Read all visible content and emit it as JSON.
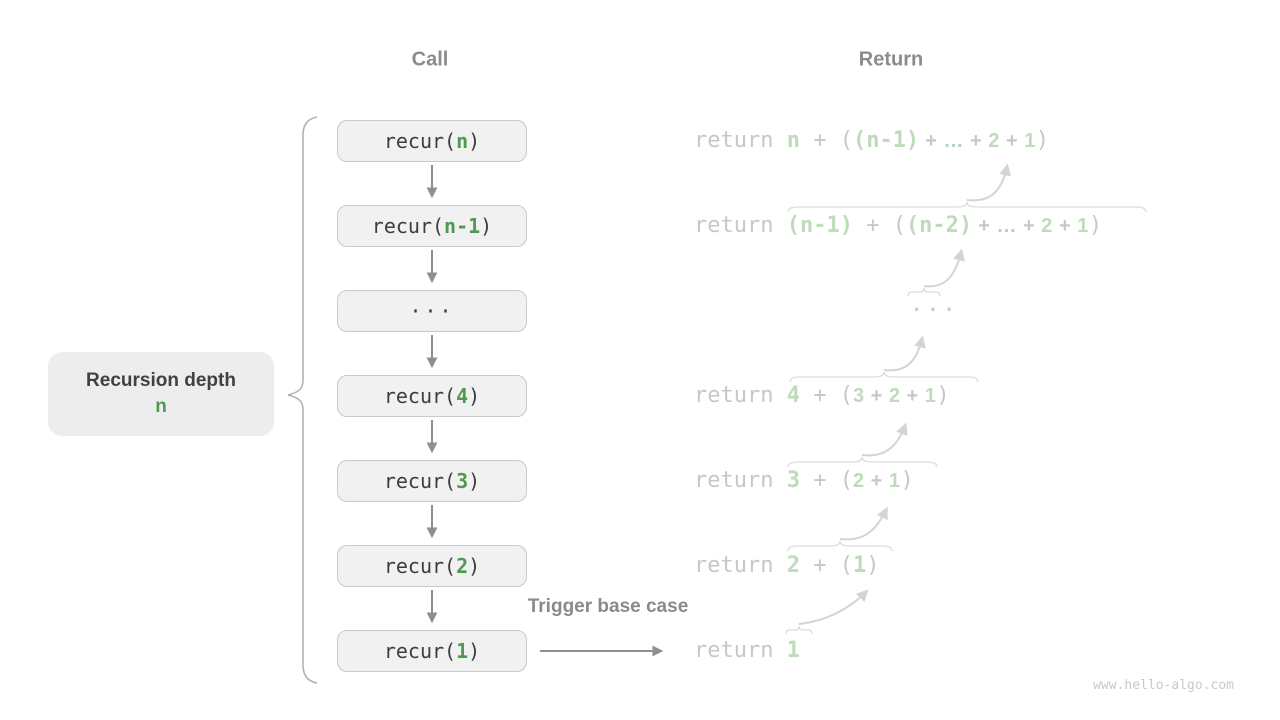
{
  "titles": {
    "call": "Call",
    "return": "Return"
  },
  "depth_label": {
    "line1": "Recursion depth",
    "line2": "n"
  },
  "trigger_label": "Trigger base case",
  "watermark": "www.hello-algo.com",
  "colors": {
    "box_fill": "#f1f1f1",
    "box_border": "#c9c9c9",
    "box_text": "#3d3d3d",
    "accent_green": "#4f9a52",
    "faded_green": "#bedcba",
    "faded_gray": "#c7c7c7",
    "faded_teal": "#aed1ce",
    "heading_gray": "#8c8c8c",
    "arrow_gray": "#8f8f8f",
    "arrow_light": "#d4d4d4",
    "brace_gray": "#b3b3b3"
  },
  "call_boxes": [
    {
      "pre": "recur(",
      "arg": "n",
      "post": ")"
    },
    {
      "pre": "recur(",
      "arg": "n-1",
      "post": ")"
    },
    {
      "pre": "···",
      "arg": "",
      "post": ""
    },
    {
      "pre": "recur(",
      "arg": "4",
      "post": ")"
    },
    {
      "pre": "recur(",
      "arg": "3",
      "post": ")"
    },
    {
      "pre": "recur(",
      "arg": "2",
      "post": ")"
    },
    {
      "pre": "recur(",
      "arg": "1",
      "post": ")"
    }
  ],
  "return_rows": [
    {
      "tokens": [
        {
          "t": "return ",
          "c": "g"
        },
        {
          "t": "n",
          "c": "gn"
        },
        {
          "t": " + (",
          "c": "g"
        },
        {
          "t": "(n-1)",
          "c": "gn"
        },
        {
          "t": " + ",
          "c": "g sm"
        },
        {
          "t": "…",
          "c": "dt sm"
        },
        {
          "t": " + ",
          "c": "g sm"
        },
        {
          "t": "2",
          "c": "gn sm"
        },
        {
          "t": " + ",
          "c": "g sm"
        },
        {
          "t": "1",
          "c": "gn sm"
        },
        {
          "t": ")",
          "c": "g"
        }
      ]
    },
    {
      "tokens": [
        {
          "t": "return ",
          "c": "g"
        },
        {
          "t": "(n-1)",
          "c": "gn"
        },
        {
          "t": " + (",
          "c": "g"
        },
        {
          "t": "(n-2)",
          "c": "gn"
        },
        {
          "t": " + ",
          "c": "g sm"
        },
        {
          "t": "…",
          "c": "dt sm"
        },
        {
          "t": " + ",
          "c": "g sm"
        },
        {
          "t": "2",
          "c": "gn sm"
        },
        {
          "t": " + ",
          "c": "g sm"
        },
        {
          "t": "1",
          "c": "gn sm"
        },
        {
          "t": ")",
          "c": "g"
        }
      ]
    },
    {
      "tokens": [
        {
          "t": "···",
          "c": "g dots"
        }
      ]
    },
    {
      "tokens": [
        {
          "t": "return ",
          "c": "g"
        },
        {
          "t": "4",
          "c": "gn"
        },
        {
          "t": " + (",
          "c": "g"
        },
        {
          "t": "3",
          "c": "gn sm"
        },
        {
          "t": " + ",
          "c": "g sm"
        },
        {
          "t": "2",
          "c": "gn sm"
        },
        {
          "t": " + ",
          "c": "g sm"
        },
        {
          "t": "1",
          "c": "gn sm"
        },
        {
          "t": ")",
          "c": "g"
        }
      ]
    },
    {
      "tokens": [
        {
          "t": "return ",
          "c": "g"
        },
        {
          "t": "3",
          "c": "gn"
        },
        {
          "t": " + (",
          "c": "g"
        },
        {
          "t": "2",
          "c": "gn sm"
        },
        {
          "t": " + ",
          "c": "g sm"
        },
        {
          "t": "1",
          "c": "gn sm"
        },
        {
          "t": ")",
          "c": "g"
        }
      ]
    },
    {
      "tokens": [
        {
          "t": "return ",
          "c": "g"
        },
        {
          "t": "2",
          "c": "gn"
        },
        {
          "t": " + (",
          "c": "g"
        },
        {
          "t": "1",
          "c": "gn"
        },
        {
          "t": ")",
          "c": "g"
        }
      ]
    },
    {
      "tokens": [
        {
          "t": "return ",
          "c": "g"
        },
        {
          "t": "1",
          "c": "gn"
        }
      ]
    }
  ]
}
